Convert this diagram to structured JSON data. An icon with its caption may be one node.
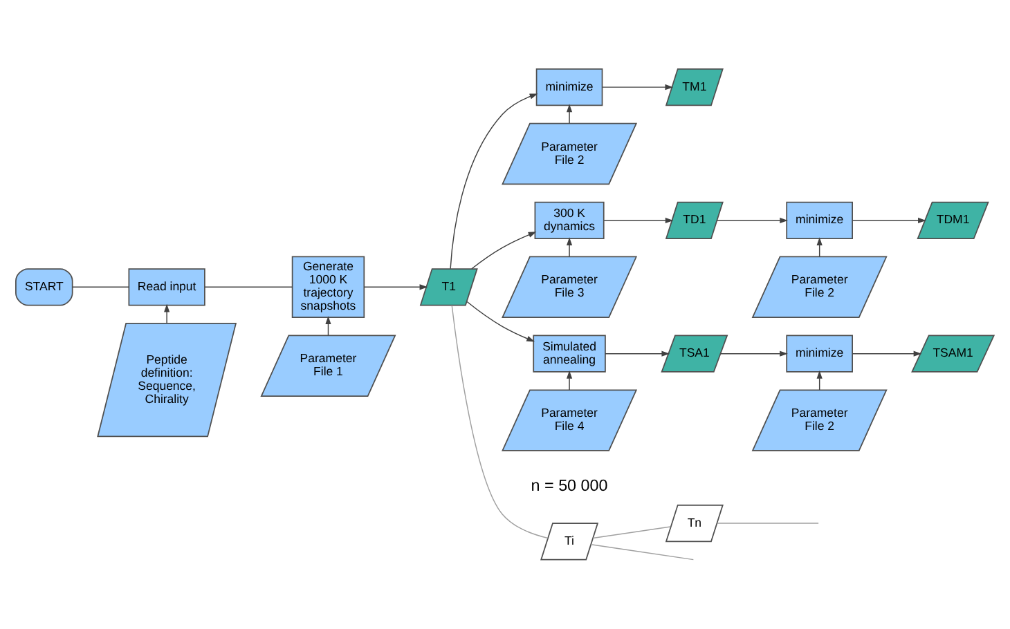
{
  "diagram": {
    "nodes": [
      {
        "text": [
          "START"
        ]
      },
      {
        "text": [
          "Read input"
        ]
      },
      {
        "text": [
          "Generate 1000 K trajectory snapshots"
        ]
      },
      {
        "text": [
          "T1"
        ]
      },
      {
        "text": [
          "Ti"
        ]
      },
      {
        "text": [
          "Tn"
        ]
      },
      {
        "text": [
          "Peptide definition: Sequence, Chirality"
        ]
      },
      {
        "text": [
          "Parameter File 1"
        ]
      },
      {
        "text": [
          "minimize"
        ]
      },
      {
        "text": [
          "TM1"
        ]
      },
      {
        "text": [
          "Parameter File 2"
        ]
      },
      {
        "text": [
          "300 K dynamics"
        ]
      },
      {
        "text": [
          "TD1"
        ]
      },
      {
        "text": [
          "minimize"
        ]
      },
      {
        "text": [
          "TDM1"
        ]
      },
      {
        "text": [
          "Parameter File 3"
        ]
      },
      {
        "text": [
          "Parameter File 2"
        ]
      },
      {
        "text": [
          "Simulated annealing"
        ]
      },
      {
        "text": [
          "TSA1"
        ]
      },
      {
        "text": [
          "minimize"
        ]
      },
      {
        "text": [
          "TSAM1"
        ]
      },
      {
        "text": [
          "Parameter File 4"
        ]
      },
      {
        "text": [
          "Parameter File 2"
        ]
      }
    ],
    "edges": [
      {
        "from": 0,
        "to": 1,
        "arrow": "none"
      },
      {
        "from": 1,
        "to": 2,
        "arrow": "none"
      },
      {
        "from": 2,
        "to": 3,
        "arrow": "to"
      },
      {
        "from": 6,
        "to": 1,
        "arrow": "to"
      },
      {
        "from": 7,
        "to": 2,
        "arrow": "to"
      },
      {
        "from": 3,
        "to": 4,
        "arrow": "none",
        "color": "#a0a0a0"
      },
      {
        "from": 4,
        "to": 5,
        "arrow": "none",
        "color": "#a0a0a0"
      },
      {
        "from": 4,
        "to": null,
        "arrow": "none",
        "color": "#a0a0a0"
      },
      {
        "from": 5,
        "to": null,
        "arrow": "none",
        "color": "#a0a0a0"
      },
      {
        "from": 3,
        "to": 8,
        "arrow": "to"
      },
      {
        "from": 8,
        "to": 9,
        "arrow": "to"
      },
      {
        "from": 10,
        "to": 8,
        "arrow": "to"
      },
      {
        "from": 3,
        "to": 11,
        "arrow": "to"
      },
      {
        "from": 11,
        "to": 12,
        "arrow": "to"
      },
      {
        "from": 12,
        "to": 13,
        "arrow": "to"
      },
      {
        "from": 13,
        "to": 14,
        "arrow": "to"
      },
      {
        "from": 15,
        "to": 11,
        "arrow": "to"
      },
      {
        "from": 16,
        "to": 13,
        "arrow": "to"
      },
      {
        "from": 3,
        "to": 17,
        "arrow": "to"
      },
      {
        "from": 17,
        "to": 18,
        "arrow": "to"
      },
      {
        "from": 18,
        "to": 19,
        "arrow": "to"
      },
      {
        "from": 19,
        "to": 20,
        "arrow": "to"
      },
      {
        "from": 21,
        "to": 17,
        "arrow": "to"
      },
      {
        "from": 22,
        "to": 19,
        "arrow": "to"
      }
    ],
    "labels": [
      "n = 50 000"
    ]
  }
}
